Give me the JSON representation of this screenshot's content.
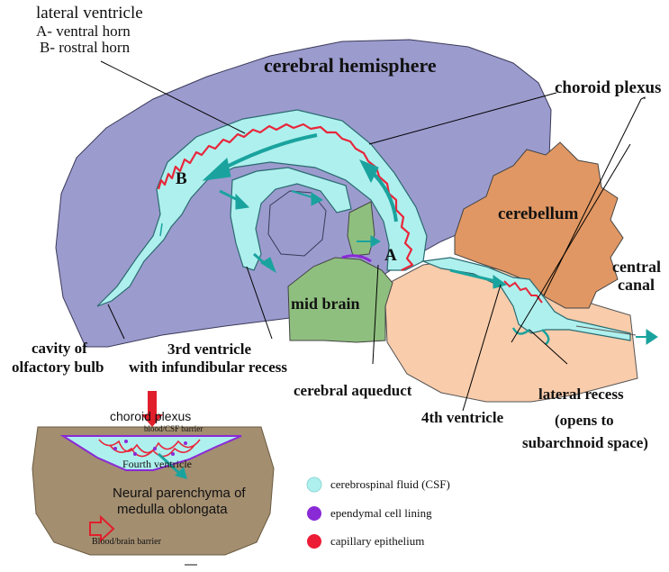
{
  "labels": {
    "lateral_ventricle": "lateral ventricle",
    "ventral_horn": "A- ventral horn",
    "rostral_horn": "B- rostral horn",
    "cerebral_hemisphere": "cerebral hemisphere",
    "choroid_plexus": "choroid plexus",
    "cerebellum": "cerebellum",
    "central_canal_1": "central",
    "central_canal_2": "canal",
    "mid_brain": "mid brain",
    "cavity_1": "cavity of",
    "cavity_2": "olfactory bulb",
    "third_ventricle_1": "3rd ventricle",
    "third_ventricle_2": "with infundibular recess",
    "cerebral_aqueduct": "cerebral aqueduct",
    "fourth_ventricle": "4th ventricle",
    "lateral_recess_1": "lateral recess",
    "lateral_recess_2": "(opens to",
    "lateral_recess_3": "subarchnoid space)",
    "marker_a": "A",
    "marker_b": "B"
  },
  "inset": {
    "choroid_plexus": "choroid plexus",
    "barrier_csf": "blood/CSF barrier",
    "fourth_ventricle": "Fourth ventricle",
    "parenchyma_1": "Neural parenchyma of",
    "parenchyma_2": "medulla oblongata",
    "barrier_brain": "Blood/brain barrier"
  },
  "legend": [
    {
      "label": "cerebrospinal fluid (CSF)",
      "color": "#aef0ee"
    },
    {
      "label": "ependymal cell lining",
      "color": "#8a2ad6"
    },
    {
      "label": "capillary epithelium",
      "color": "#ec1c35"
    }
  ],
  "colors": {
    "hemisphere": "#9c9bce",
    "csf": "#aef0ee",
    "midbrain": "#8fbf7f",
    "cerebellum": "#e09763",
    "brainstem": "#f9ccab",
    "plexus": "#e8263a",
    "arrow": "#1aa39e",
    "parenchyma": "#a38e70"
  }
}
